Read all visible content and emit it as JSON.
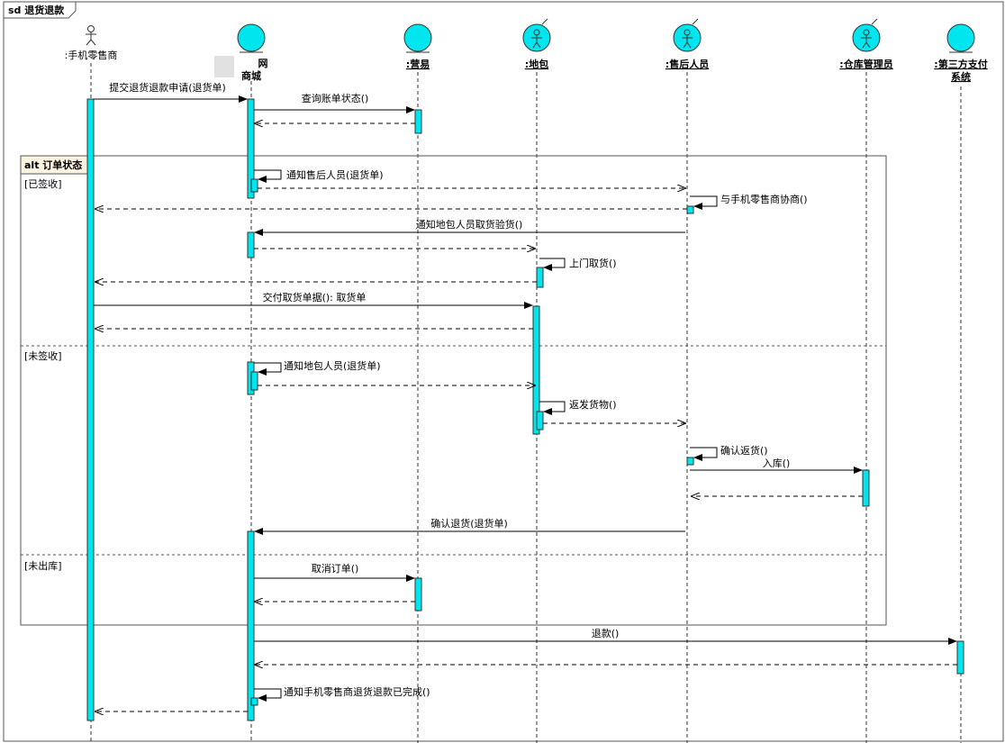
{
  "diagram": {
    "frame_title": "sd 退货退款",
    "lifelines": [
      {
        "id": "retailer",
        "name": ":手机零售商",
        "kind": "actor"
      },
      {
        "id": "mall",
        "name": "网\n商城",
        "kind": "entity"
      },
      {
        "id": "yiyi",
        "name": ":营易",
        "kind": "entity"
      },
      {
        "id": "dibao",
        "name": ":地包",
        "kind": "actor-circle"
      },
      {
        "id": "aftersales",
        "name": ":售后人员",
        "kind": "actor-circle"
      },
      {
        "id": "warehouse",
        "name": ":仓库管理员",
        "kind": "actor-circle"
      },
      {
        "id": "payment",
        "name": ":第三方支付\n系统",
        "kind": "entity"
      }
    ],
    "alt_title": "alt 订单状态",
    "guards": [
      "[已签收]",
      "[未签收]",
      "[未出库]"
    ],
    "messages": [
      {
        "id": "m1",
        "label": "提交退货退款申请(退货单)"
      },
      {
        "id": "m2",
        "label": "查询账单状态()"
      },
      {
        "id": "m3",
        "label": "通知售后人员(退货单)"
      },
      {
        "id": "m4",
        "label": "与手机零售商协商()"
      },
      {
        "id": "m5",
        "label": "通知地包人员取货验货()"
      },
      {
        "id": "m6",
        "label": "上门取货()"
      },
      {
        "id": "m7",
        "label": "交付取货单据(): 取货单"
      },
      {
        "id": "m8",
        "label": "通知地包人员(退货单)"
      },
      {
        "id": "m9",
        "label": "返发货物()"
      },
      {
        "id": "m10",
        "label": "确认返货()"
      },
      {
        "id": "m11",
        "label": "入库()"
      },
      {
        "id": "m12",
        "label": "确认退货(退货单)"
      },
      {
        "id": "m13",
        "label": "取消订单()"
      },
      {
        "id": "m14",
        "label": "退款()"
      },
      {
        "id": "m15",
        "label": "通知手机零售商退货退款已完成()"
      }
    ],
    "colors": {
      "activation": "#00e5ee",
      "entity": "#00e5ee",
      "frame_tab": "#fdf3e1"
    }
  }
}
